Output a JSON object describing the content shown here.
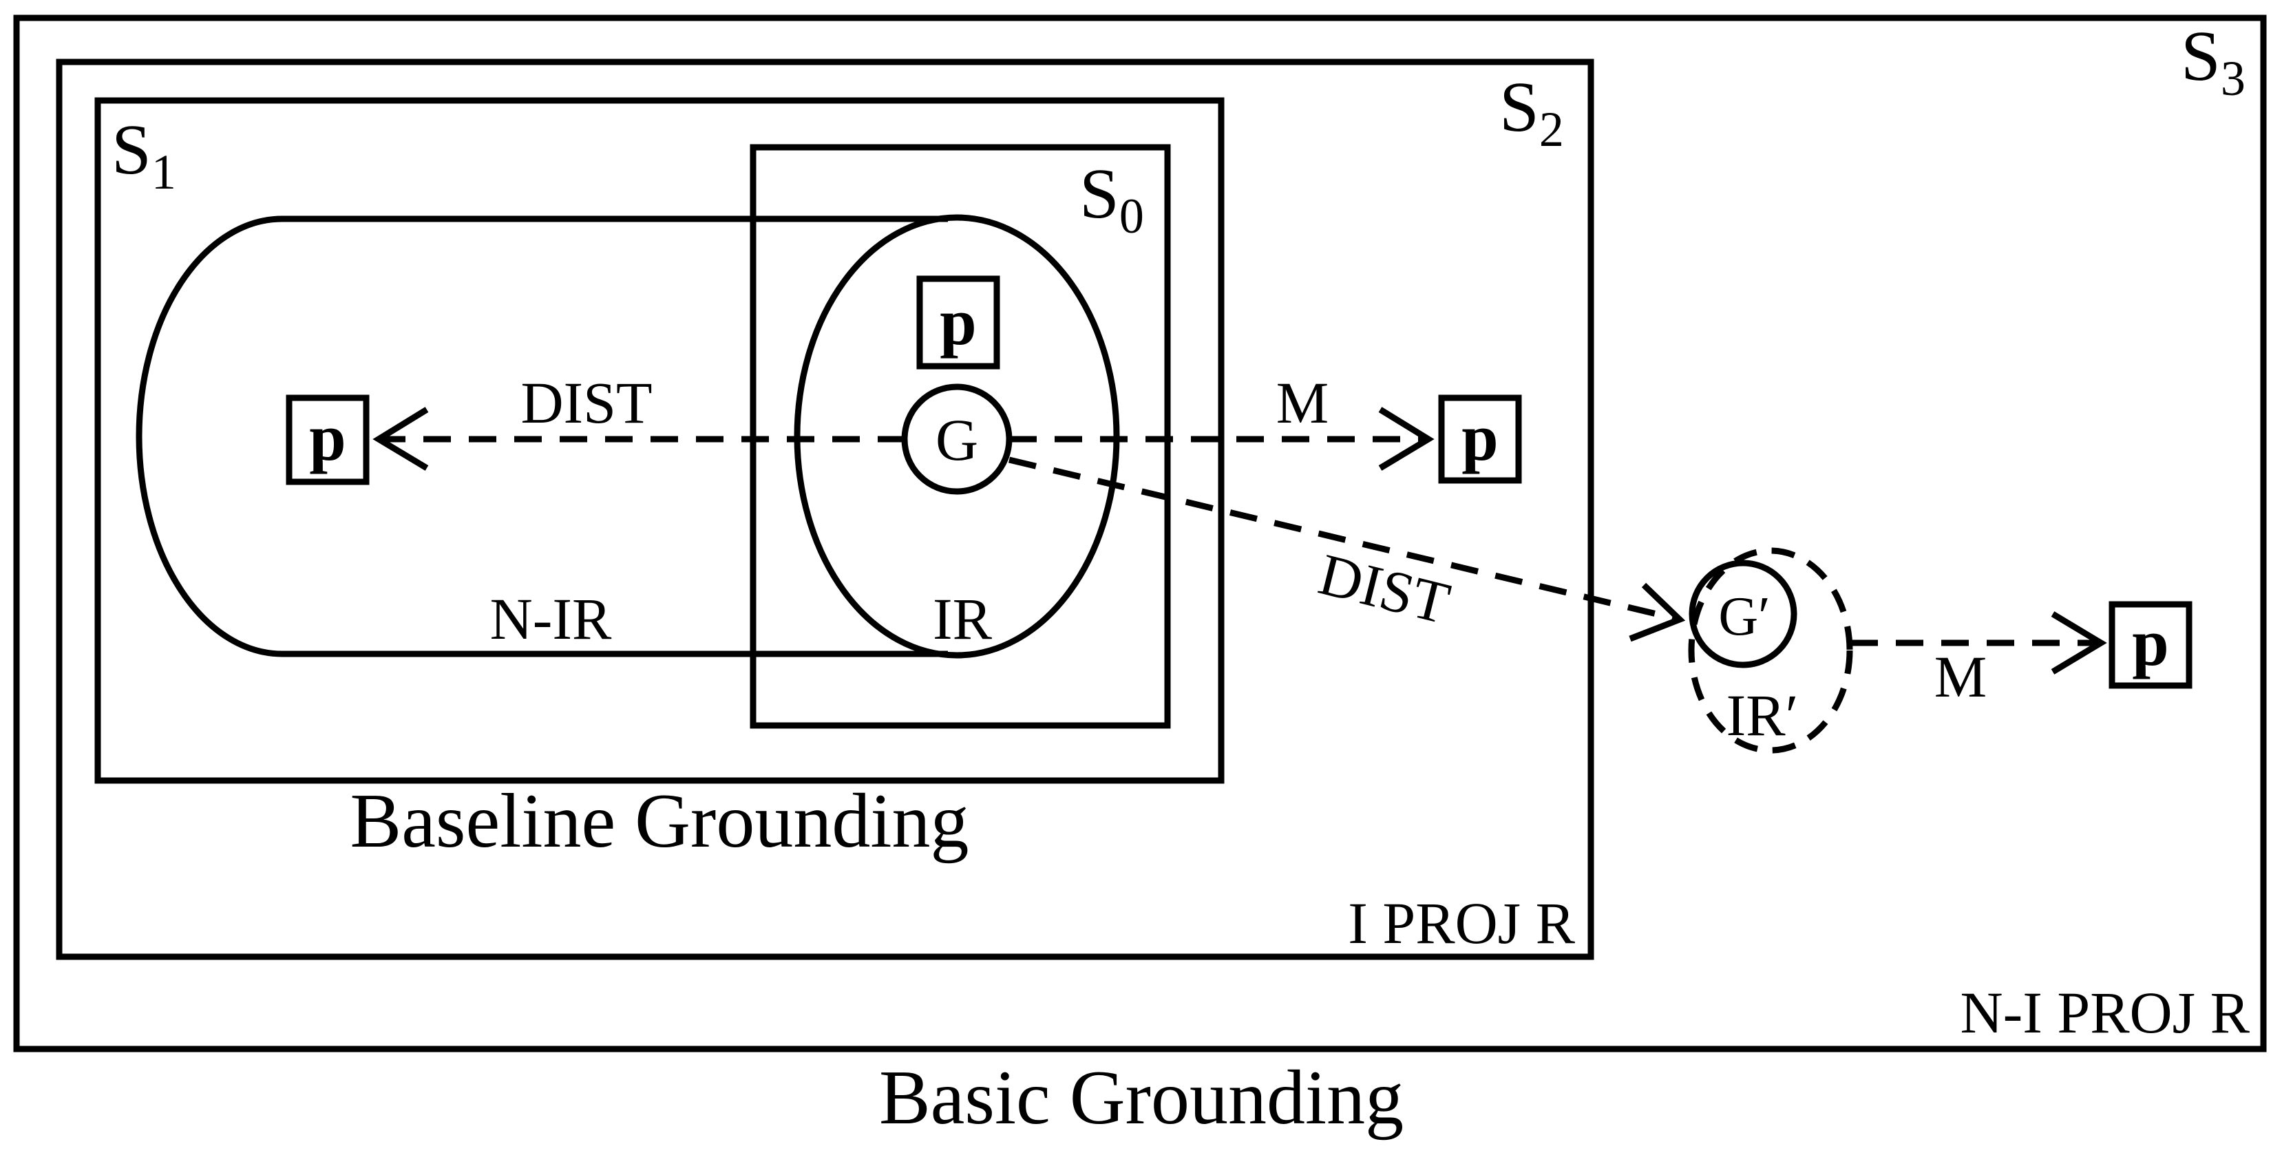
{
  "regions": {
    "s3": "S3",
    "s2": "S2",
    "s1": "S1",
    "s0": "S0"
  },
  "corner_labels": {
    "i_proj_r": "I PROJ R",
    "n_i_proj_r": "N-I PROJ R"
  },
  "captions": {
    "baseline": "Baseline Grounding",
    "basic": "Basic Grounding"
  },
  "ellipse_labels": {
    "n_ir": "N-IR",
    "ir": "IR",
    "ir_prime": "IR′"
  },
  "nodes": {
    "g": "G",
    "g_prime": "G′",
    "p_top": "p",
    "p_left": "p",
    "p_right": "p",
    "p_far": "p"
  },
  "edges": {
    "dist_left": "DIST",
    "m_right": "M",
    "dist_diag": "DIST",
    "m_far": "M"
  }
}
